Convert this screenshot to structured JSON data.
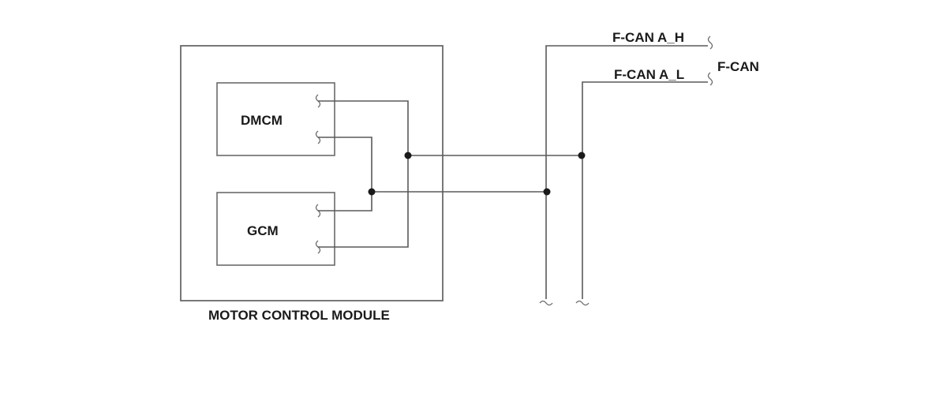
{
  "modules": {
    "outer_label": "MOTOR CONTROL MODULE",
    "dmcm_label": "DMCM",
    "gcm_label": "GCM"
  },
  "bus": {
    "name": "F-CAN",
    "high_label": "F-CAN A_H",
    "low_label": "F-CAN A_L"
  }
}
